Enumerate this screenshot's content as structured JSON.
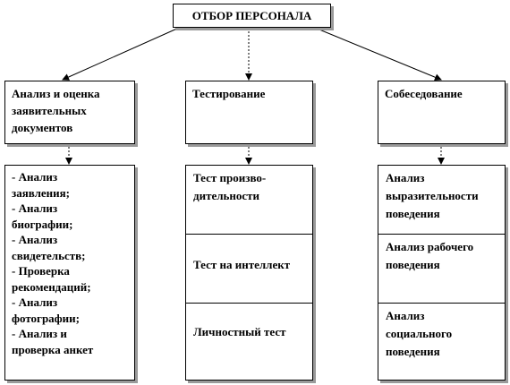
{
  "title": "ОТБОР ПЕРСОНАЛА",
  "categories": [
    {
      "label_lines": [
        "Анализ и оценка",
        "заявительных",
        "документов"
      ],
      "items_lines": [
        "- Анализ",
        "заявления;",
        "- Анализ",
        "биографии;",
        "- Анализ",
        "свидетельств;",
        "- Проверка",
        "рекомендаций;",
        "- Анализ",
        "фотографии;",
        "- Анализ и",
        "проверка анкет"
      ]
    },
    {
      "label_lines": [
        "Тестирование"
      ],
      "items": [
        {
          "lines": [
            "Тест произво-",
            "дительности"
          ]
        },
        {
          "lines": [
            "Тест на интеллект"
          ]
        },
        {
          "lines": [
            "Личностный тест"
          ]
        }
      ]
    },
    {
      "label_lines": [
        "Собеседование"
      ],
      "items": [
        {
          "lines": [
            "Анализ",
            "выразительности",
            "поведения"
          ]
        },
        {
          "lines": [
            "Анализ рабочего",
            "поведения"
          ]
        },
        {
          "lines": [
            "Анализ",
            "социального",
            "поведения"
          ]
        }
      ]
    }
  ],
  "colors": {
    "line": "#000000",
    "shadow": "#9a9a9a",
    "background": "#ffffff"
  }
}
